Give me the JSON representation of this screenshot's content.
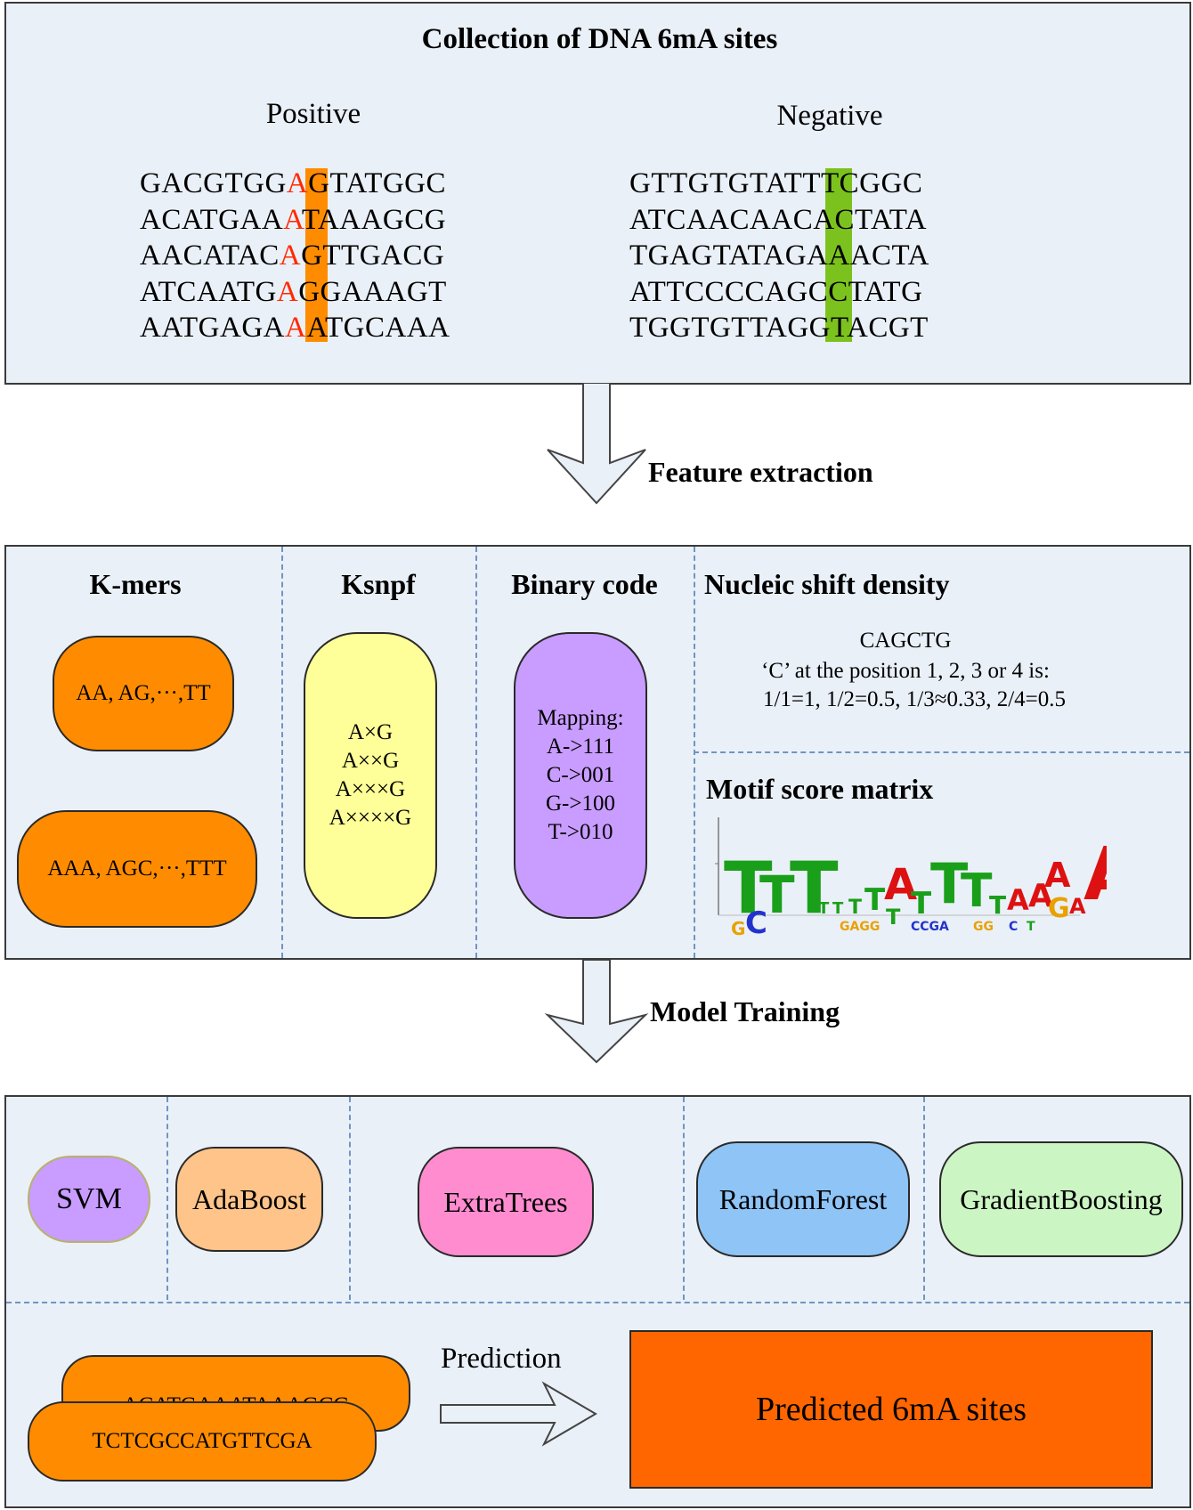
{
  "collection": {
    "title": "Collection of DNA 6mA sites",
    "positive_label": "Positive",
    "negative_label": "Negative",
    "positive_sequences": [
      {
        "pre": "GACGTGG",
        "site": "A",
        "post": "GTATGGC"
      },
      {
        "pre": "ACATGAA",
        "site": "A",
        "post": "TAAAGCG"
      },
      {
        "pre": "AACATAC",
        "site": "A",
        "post": "GTTGACG"
      },
      {
        "pre": "ATCAATG",
        "site": "A",
        "post": "GGAAAGT"
      },
      {
        "pre": "AATGAGA",
        "site": "A",
        "post": "ATGCAAA"
      }
    ],
    "negative_sequences": [
      {
        "pre": "GTTGTGT",
        "site": "A",
        "post": "TTTCGGC"
      },
      {
        "pre": "ATCAACA",
        "site": "A",
        "post": "CACTATA"
      },
      {
        "pre": "TGAGTAT",
        "site": "A",
        "post": "GAAACTA"
      },
      {
        "pre": "ATTCCCC",
        "site": "A",
        "post": "GCCTATG"
      },
      {
        "pre": "TGGTGTT",
        "site": "A",
        "post": "GGTACGT"
      }
    ]
  },
  "arrows": {
    "feature_extraction": "Feature extraction",
    "model_training": "Model Training",
    "prediction": "Prediction"
  },
  "features": {
    "kmers": {
      "title": "K-mers",
      "pill1": "AA, AG,···,TT",
      "pill2": "AAA, AGC,···,TTT"
    },
    "ksnpf": {
      "title": "Ksnpf",
      "lines": [
        "A×G",
        "A××G",
        "A×××G",
        "A××××G"
      ]
    },
    "binary": {
      "title": "Binary code",
      "lines": [
        "Mapping:",
        "A->111",
        "C->001",
        "G->100",
        "T->010"
      ]
    },
    "nsd": {
      "title": "Nucleic shift density",
      "line1": "CAGCTG",
      "line2": "‘C’ at the position 1, 2, 3 or 4 is:",
      "line3": "1/1=1, 1/2=0.5, 1/3≈0.33, 2/4=0.5"
    },
    "motif": {
      "title": "Motif score matrix"
    }
  },
  "models": [
    "SVM",
    "AdaBoost",
    "ExtraTrees",
    "RandomForest",
    "GradientBoosting"
  ],
  "prediction": {
    "input_seq1": "ACATGAAATAAAGCG",
    "input_seq2": "TCTCGCCATGTTCGA",
    "output": "Predicted 6mA sites"
  },
  "colors": {
    "panel_bg": "#eaf0f8",
    "orange": "#ff8c00",
    "red_site": "#ff2a00",
    "green_site": "#7cc21e",
    "yellow": "#ffff99",
    "purple": "#c99cff",
    "peach": "#ffc48a",
    "pink": "#ff8ccf",
    "blue": "#8ec4f6",
    "lightgreen": "#ccf5c4",
    "predicted": "#ff6600"
  }
}
